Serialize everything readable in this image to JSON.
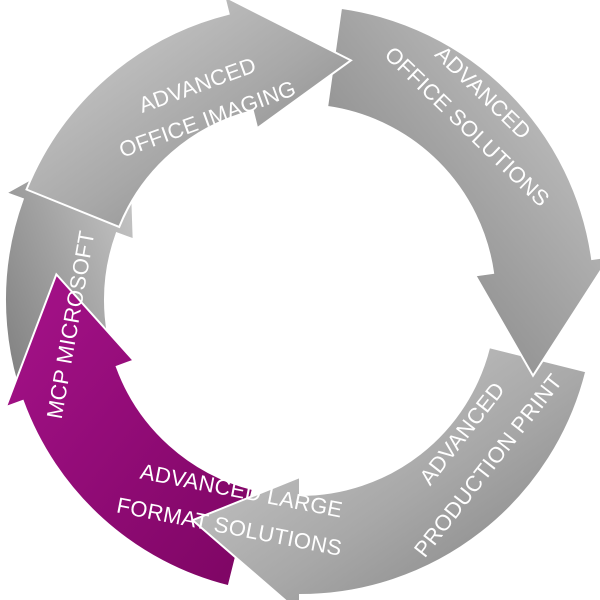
{
  "diagram": {
    "type": "cycle",
    "segments": [
      {
        "id": "office-imaging",
        "line1": "ADVANCED",
        "line2": "OFFICE IMAGING",
        "color": "#a9a9a9",
        "highlighted": false
      },
      {
        "id": "office-solutions",
        "line1": "ADVANCED",
        "line2": "OFFICE SOLUTIONS",
        "color": "#9c9c9c",
        "highlighted": false
      },
      {
        "id": "production-print",
        "line1": "ADVANCED",
        "line2": "PRODUCTION PRINT",
        "color": "#a3a3a3",
        "highlighted": false
      },
      {
        "id": "large-format",
        "line1": "ADVANCED LARGE",
        "line2": "FORMAT SOLUTIONS",
        "color": "#9e0b7e",
        "highlighted": true
      },
      {
        "id": "mcp-microsoft",
        "line1": "MCP MICROSOFT",
        "line2": "",
        "color": "#b1b1b1",
        "highlighted": false
      }
    ]
  }
}
